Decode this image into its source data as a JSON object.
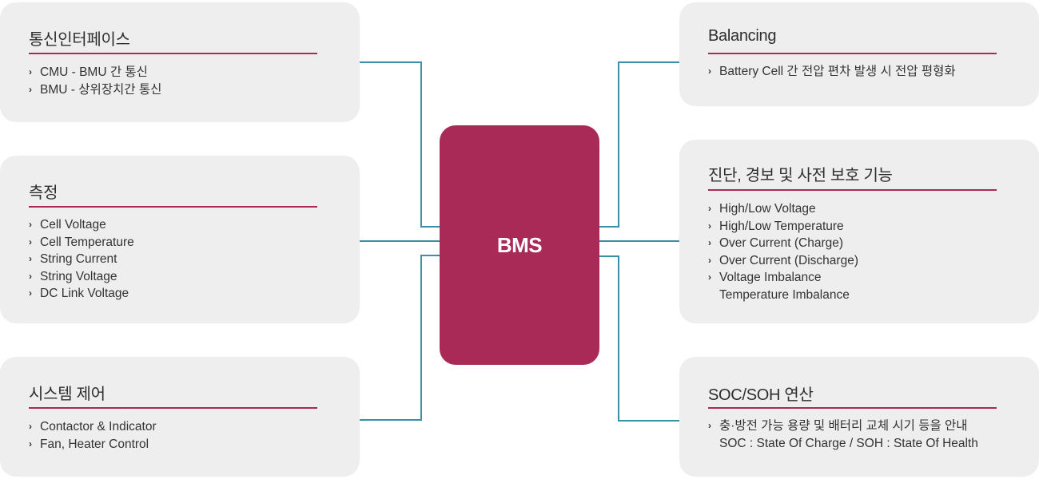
{
  "center": {
    "label": "BMS"
  },
  "colors": {
    "accent": "#aa2a57",
    "connector": "#3a8fa8",
    "card_bg": "#eeeeee"
  },
  "bullet_icon": "chevron-right-icon",
  "left_cards": [
    {
      "title": "통신인터페이스",
      "items": [
        "CMU - BMU 간 통신",
        "BMU - 상위장치간 통신"
      ]
    },
    {
      "title": "측정",
      "items": [
        "Cell Voltage",
        "Cell Temperature",
        "String Current",
        "String Voltage",
        "DC Link Voltage"
      ]
    },
    {
      "title": "시스템 제어",
      "items": [
        "Contactor & Indicator",
        "Fan, Heater Control"
      ]
    }
  ],
  "right_cards": [
    {
      "title": "Balancing",
      "items": [
        "Battery Cell 간 전압 편차 발생 시 전압 평형화"
      ]
    },
    {
      "title": "진단, 경보 및 사전 보호 기능",
      "items": [
        "High/Low Voltage",
        "High/Low Temperature",
        "Over Current (Charge)",
        "Over Current (Discharge)",
        "Voltage Imbalance"
      ],
      "continuation": "Temperature Imbalance"
    },
    {
      "title": "SOC/SOH 연산",
      "items": [
        "충·방전 가능 용량 및 배터리 교체 시기 등을 안내"
      ],
      "continuation": "SOC : State Of Charge / SOH : State Of  Health"
    }
  ]
}
